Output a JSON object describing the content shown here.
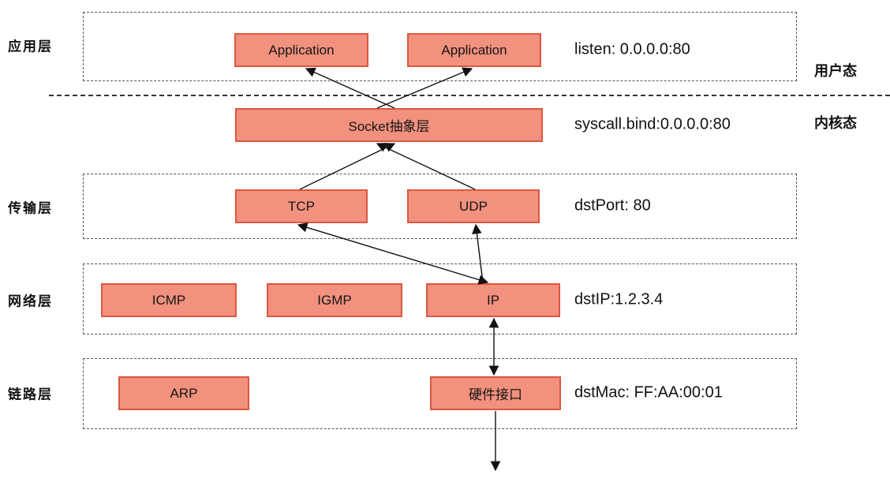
{
  "colors": {
    "box_fill": "#F1917E",
    "box_border": "#DD5740"
  },
  "side_labels": {
    "app_layer": "应用层",
    "transport_layer": "传输层",
    "network_layer": "网络层",
    "link_layer": "链路层"
  },
  "mode_labels": {
    "user_mode": "用户态",
    "kernel_mode": "内核态"
  },
  "boxes": {
    "application_left": "Application",
    "application_right": "Application",
    "socket": "Socket抽象层",
    "tcp": "TCP",
    "udp": "UDP",
    "icmp": "ICMP",
    "igmp": "IGMP",
    "ip": "IP",
    "arp": "ARP",
    "hardware_interface": "硬件接口"
  },
  "annotations": {
    "listen": "listen: 0.0.0.0:80",
    "syscall_bind": "syscall.bind:0.0.0.0:80",
    "dst_port": "dstPort: 80",
    "dst_ip": "dstIP:1.2.3.4",
    "dst_mac": "dstMac: FF:AA:00:01"
  }
}
